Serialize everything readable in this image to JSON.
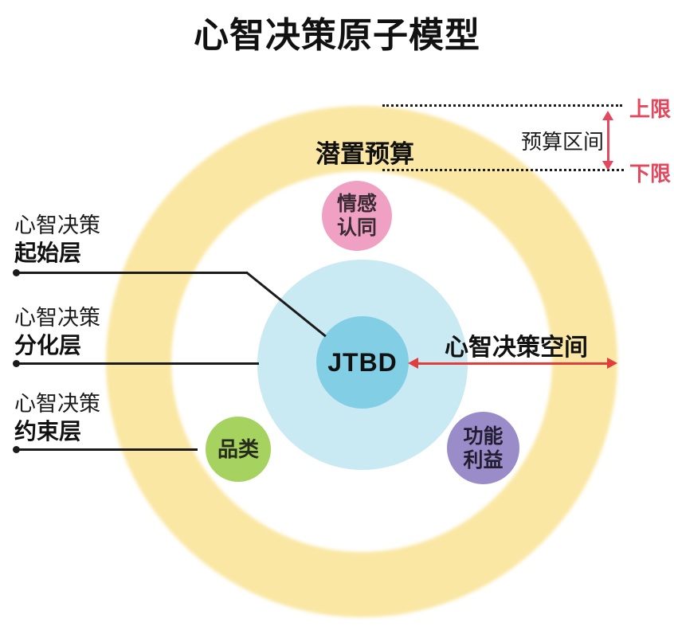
{
  "title": "心智决策原子模型",
  "budget": {
    "latent_label": "潜置预算",
    "range_label": "预算区间",
    "upper_label": "上限",
    "lower_label": "下限"
  },
  "layers": [
    {
      "prefix": "心智决策",
      "name": "起始层"
    },
    {
      "prefix": "心智决策",
      "name": "分化层"
    },
    {
      "prefix": "心智决策",
      "name": "约束层"
    }
  ],
  "core": {
    "label": "JTBD"
  },
  "satellites": {
    "emotion": {
      "line1": "情感",
      "line2": "认同"
    },
    "category": {
      "line1": "品类"
    },
    "function": {
      "line1": "功能",
      "line2": "利益"
    }
  },
  "space": {
    "label": "心智决策空间"
  },
  "colors": {
    "ring_yellow": "#FAE7A3",
    "halo_blue": "#C9E9F3",
    "core_blue": "#82CEE4",
    "emotion_pink": "#F0A1C3",
    "category_green": "#A6D35F",
    "function_purple": "#9A8CC8",
    "budget_red": "#E4485E",
    "space_red": "#E23C3C",
    "line_black": "#1B1B1B"
  }
}
